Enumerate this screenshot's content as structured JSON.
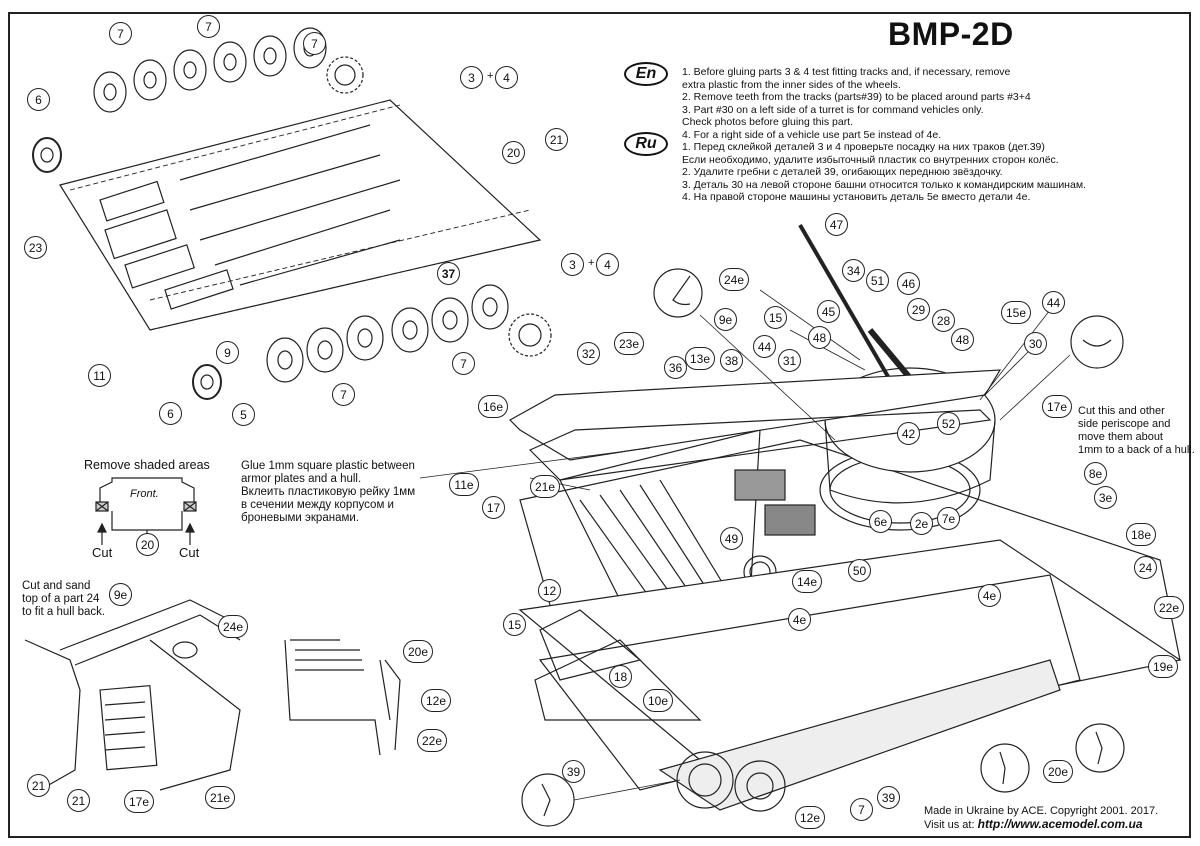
{
  "title": "BMP-2D",
  "instructions": {
    "en": {
      "badge": "En",
      "lines": [
        "1. Before gluing parts 3 & 4 test fitting tracks and, if necessary, remove",
        "extra plastic from the inner sides of the wheels.",
        "2. Remove teeth from the tracks (parts#39) to be placed around parts #3+4",
        "3. Part #30 on a left side of a turret is for command vehicles only.",
        "Check photos before gluing this part.",
        "4. For a right side of a vehicle use part 5e instead of 4e."
      ]
    },
    "ru": {
      "badge": "Ru",
      "lines": [
        "1. Перед склейкой деталей 3 и 4 проверьте посадку на них траков (дет.39)",
        "Если необходимо, удалите избыточный пластик со внутренних сторон колёс.",
        "2. Удалите гребни с деталей 39, огибающих переднюю звёздочку.",
        "3. Деталь 30 на левой стороне башни относится только к командирским машинам.",
        "4. На правой стороне машины установить деталь 5e вместо детали 4e."
      ]
    }
  },
  "notes": {
    "remove_shaded": {
      "title": "Remove shaded areas",
      "front_label": "Front.",
      "part": "20",
      "cut_left": "Cut",
      "cut_right": "Cut"
    },
    "glue_plastic": [
      "Glue 1mm square plastic between",
      "armor plates and a hull.",
      "Вклеить пластиковую рейку 1мм",
      "в сечении между корпусом и",
      "броневыми экранами."
    ],
    "periscope": [
      "Cut this and other",
      "side periscope and",
      "move them about",
      "1mm to a back of a hull."
    ],
    "cut_sand": [
      "Cut and sand",
      "top of a part 24",
      "to fit a hull back."
    ]
  },
  "callouts": {
    "suspension": [
      "7",
      "7",
      "7",
      "6",
      "3",
      "4",
      "21",
      "20",
      "23",
      "3",
      "4",
      "37",
      "11",
      "9",
      "6",
      "5",
      "7",
      "7"
    ],
    "hull": [
      "47",
      "34",
      "51",
      "46",
      "29",
      "28",
      "48",
      "24e",
      "15",
      "45",
      "48",
      "9e",
      "44",
      "15e",
      "44",
      "30",
      "32",
      "23e",
      "36",
      "13e",
      "38",
      "31",
      "16e",
      "42",
      "52",
      "17e",
      "21e",
      "11e",
      "17",
      "6e",
      "2e",
      "7e",
      "8e",
      "3e",
      "49",
      "50",
      "14e",
      "4e",
      "4e",
      "18e",
      "24",
      "12",
      "15",
      "22e",
      "18",
      "10e",
      "19e",
      "20e",
      "39",
      "7",
      "39",
      "12e"
    ],
    "detail_left": [
      "9e",
      "24e",
      "21",
      "21",
      "17e",
      "21e"
    ],
    "detail_mid": [
      "20e",
      "12e",
      "22e"
    ]
  },
  "footer": {
    "made_in": "Made in Ukraine by ACE. Copyright 2001. 2017.",
    "visit_prefix": "Visit us at: ",
    "url": "http://www.acemodel.com.ua"
  }
}
